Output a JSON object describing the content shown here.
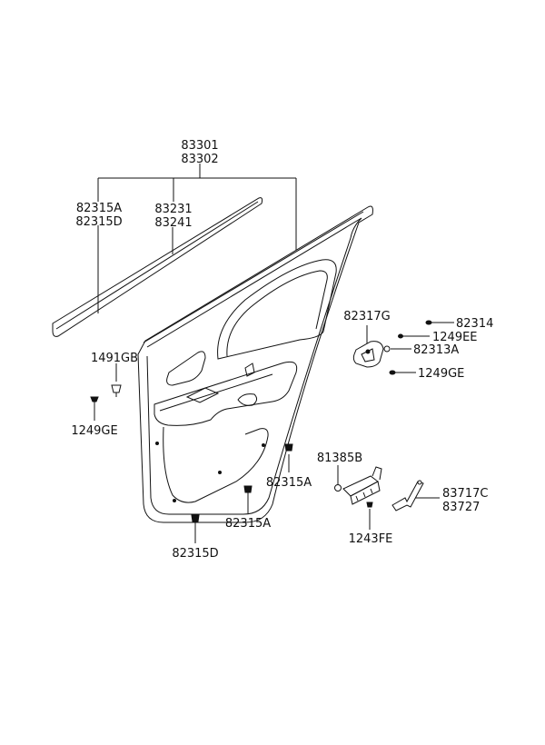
{
  "diagram": {
    "labels": {
      "trim_main_1": "83301",
      "trim_main_2": "83302",
      "clip_upper_1": "82315A",
      "clip_upper_2": "82315D",
      "weatherstrip_1": "83231",
      "weatherstrip_2": "83241",
      "grommet_upper": "1491GB",
      "screw_left": "1249GE",
      "handle_housing": "82317G",
      "screw_top_right": "82314",
      "screw_ee": "1249EE",
      "nut_right": "82313A",
      "screw_right_lower": "1249GE",
      "clip_lower_mid": "82315A",
      "clip_lower_left": "82315A",
      "clip_bottom": "82315D",
      "switch_part": "81385B",
      "bracket_1": "83717C",
      "bracket_2": "83727",
      "screw_fe": "1243FE"
    }
  }
}
